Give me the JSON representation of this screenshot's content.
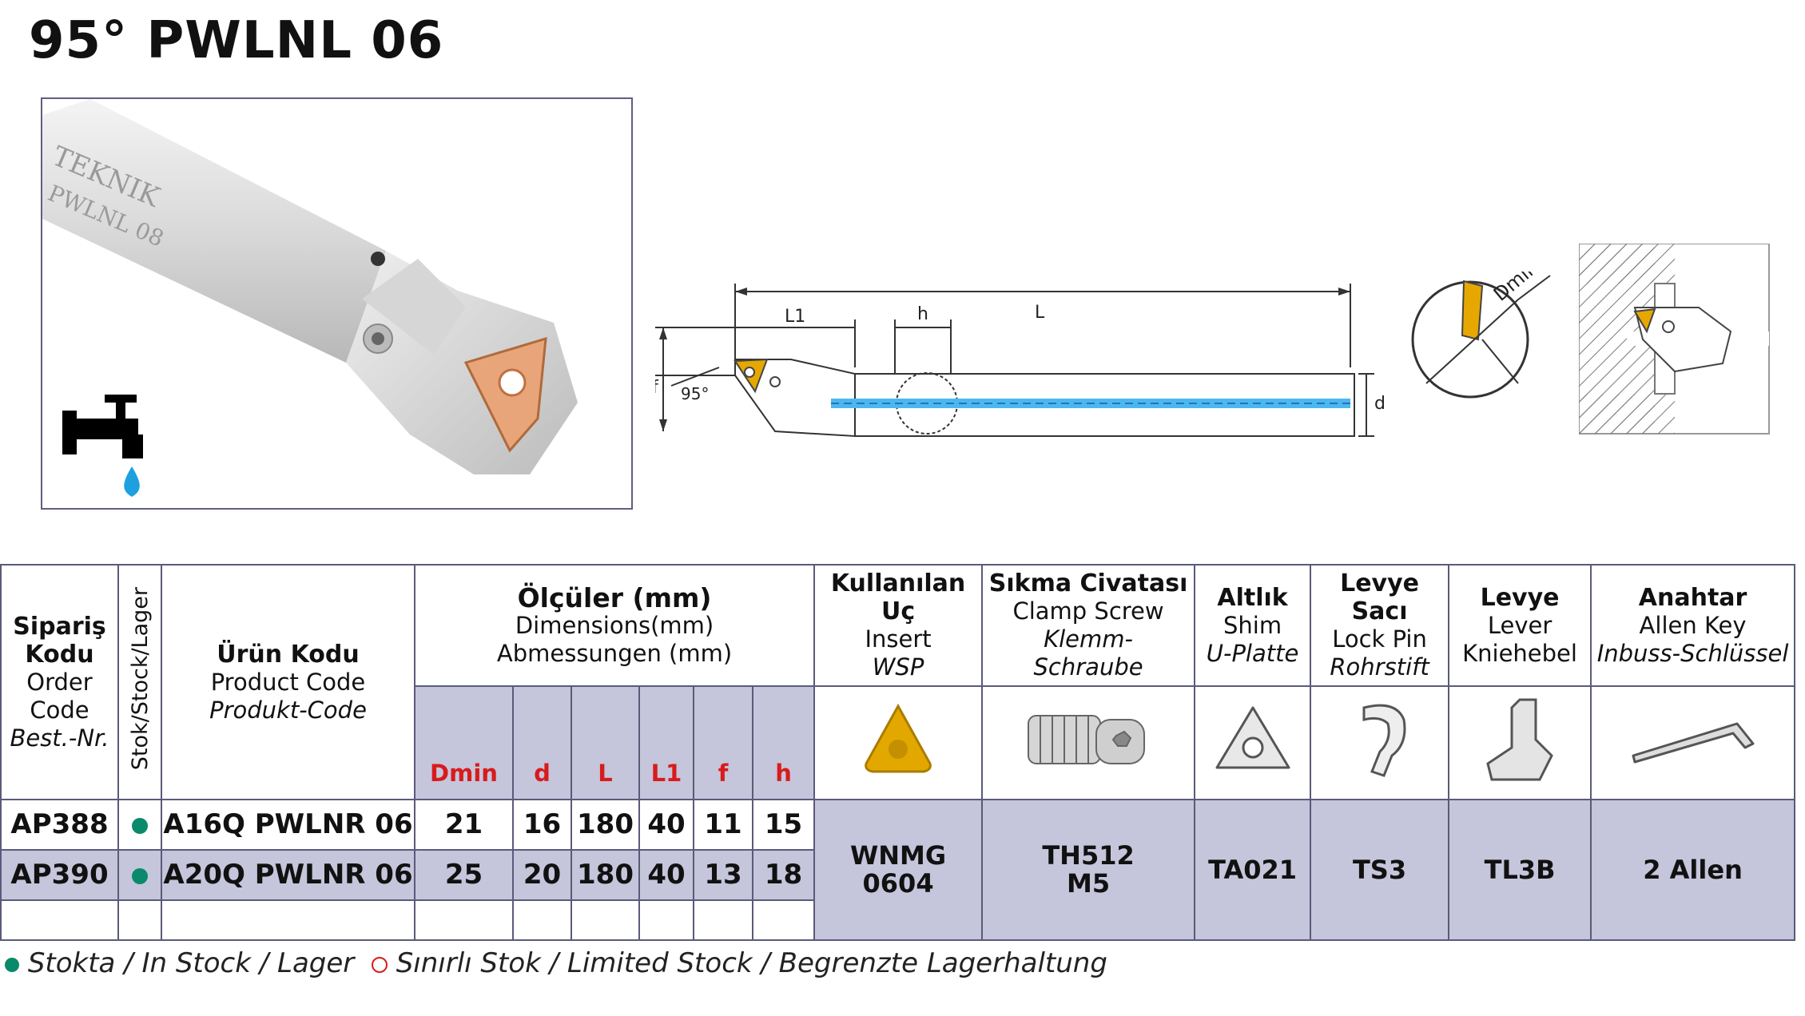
{
  "title": "95° PWLNL 06",
  "photo": {
    "engraving_brand": "TEKNIK",
    "engraving_code": "PWLNL 08",
    "icon": "coolant-tap-icon"
  },
  "diagram": {
    "label_L": "L",
    "label_L1": "L1",
    "label_h": "h",
    "label_f": "f",
    "label_d": "d",
    "label_angle": "95°",
    "label_dmin": "Dmin"
  },
  "table": {
    "headers": {
      "order_code": [
        "Sipariş",
        "Kodu",
        "Order",
        "Code",
        "Best.-Nr."
      ],
      "stock": "Stok/Stock/Lager",
      "product_code": [
        "Ürün Kodu",
        "Product Code",
        "Produkt-Code"
      ],
      "dimensions": [
        "Ölçüler (mm)",
        "Dimensions(mm)",
        "Abmessungen (mm)"
      ],
      "dim_cols": [
        "Dmin",
        "d",
        "L",
        "L1",
        "f",
        "h"
      ],
      "insert": [
        "Kullanılan Uç",
        "Insert",
        "WSP"
      ],
      "clamp_screw": [
        "Sıkma Civatası",
        "Clamp Screw",
        "Klemm-",
        "Schraube"
      ],
      "shim": [
        "Altlık",
        "Shim",
        "U-Platte"
      ],
      "lock_pin": [
        "Levye",
        "Sacı",
        "Lock Pin",
        "Rohrstift"
      ],
      "lever": [
        "Levye",
        "Lever",
        "Kniehebel"
      ],
      "key": [
        "Anahtar",
        "Allen Key",
        "Inbuss-Schlüssel"
      ]
    },
    "rows": [
      {
        "order": "AP388",
        "product": "A16Q PWLNR 06",
        "dims": [
          "21",
          "16",
          "180",
          "40",
          "11",
          "15"
        ]
      },
      {
        "order": "AP390",
        "product": "A20Q PWLNR 06",
        "dims": [
          "25",
          "20",
          "180",
          "40",
          "13",
          "18"
        ]
      }
    ],
    "parts": {
      "insert": [
        "WNMG",
        "0604"
      ],
      "clamp_screw": [
        "TH512",
        "M5"
      ],
      "shim": "TA021",
      "lock_pin": "TS3",
      "lever": "TL3B",
      "key": "2 Allen"
    },
    "colors": {
      "stock_dot": "#0a8a6a",
      "limited_ring": "#d81b1b",
      "shade": "#c5c5db"
    }
  },
  "legend": {
    "in_stock": "Stokta / In Stock / Lager",
    "limited": "Sınırlı Stok / Limited Stock / Begrenzte Lagerhaltung"
  }
}
